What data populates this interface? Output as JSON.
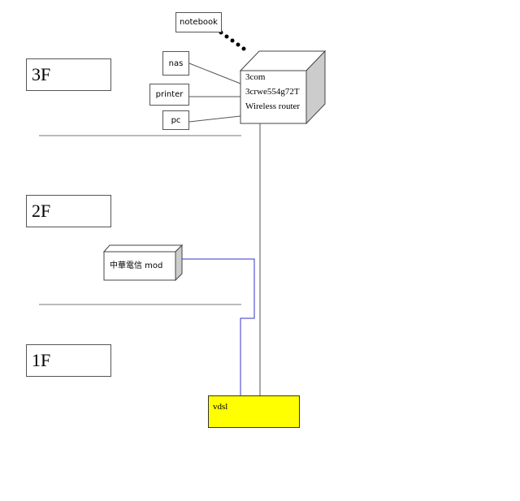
{
  "floors": {
    "f3": "3F",
    "f2": "2F",
    "f1": "1F"
  },
  "devices": {
    "notebook": "notebook",
    "nas": "nas",
    "printer": "printer",
    "pc": "pc"
  },
  "router": {
    "line1": "3com",
    "line2": "3crwe554g72T",
    "line3": "Wireless router"
  },
  "modem": {
    "label": "中華電信 mod"
  },
  "vdsl": {
    "label": "vdsl"
  },
  "colors": {
    "vdsl_fill": "#ffff00",
    "modem_link": "#3333cc",
    "router_side": "#cccccc"
  }
}
